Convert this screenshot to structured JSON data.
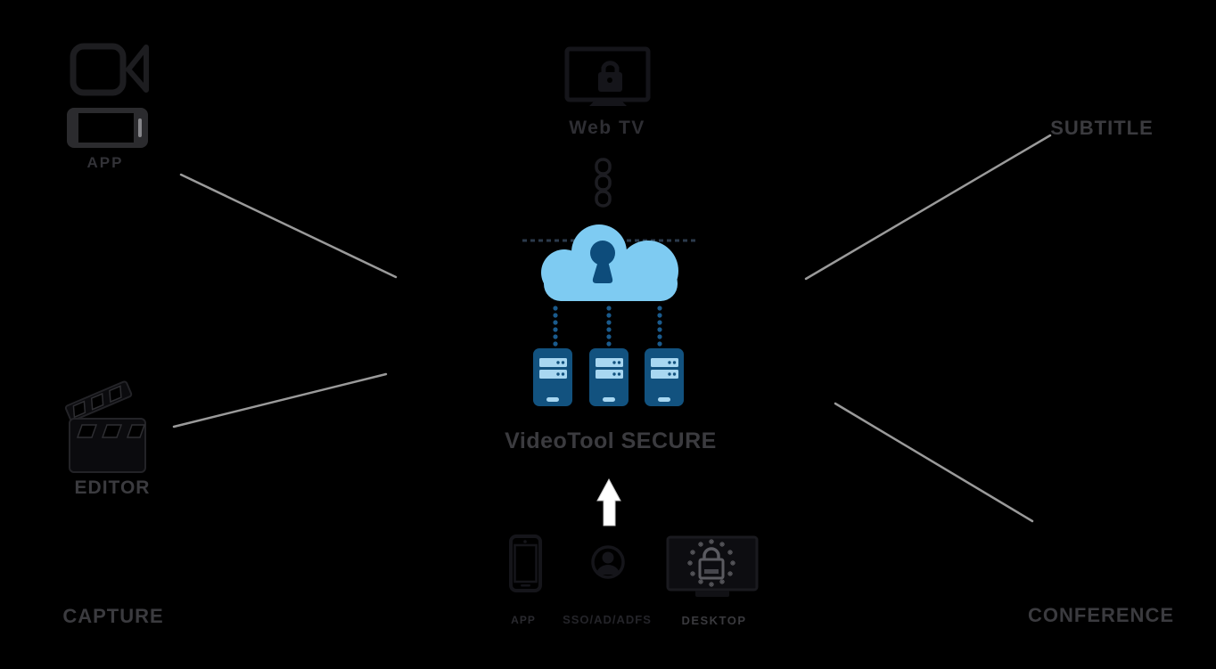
{
  "diagram": {
    "title": "VideoTool SECURE",
    "nodes": {
      "web_tv": "Web TV",
      "app_top": "APP",
      "editor": "EDITOR",
      "capture": "CAPTURE",
      "subtitle": "SUBTITLE",
      "conference": "CONFERENCE",
      "app_bottom": "APP",
      "sso": "SSO/AD/ADFS",
      "desktop": "DESKTOP"
    },
    "icons": {
      "video-camera-icon": "outlined camcorder shape",
      "smartphone-landscape-icon": "dark landscape phone",
      "clapperboard-icon": "film clapper board",
      "webtv-monitor-lock-icon": "monitor with padlock",
      "chain-link-icon": "three vertical chain links",
      "cloud-keyhole-icon": "cloud with keyhole",
      "server-tower-icon": "blue server tower x3",
      "up-arrow-icon": "solid white arrow pointing up",
      "smartphone-portrait-icon": "dark portrait phone",
      "sso-user-icon": "person in circle",
      "gdpr-desktop-icon": "monitor with GDPR padlock and stars"
    },
    "colors": {
      "background": "#000000",
      "cloud": "#7ECBF2",
      "keyhole": "#0D4C7B",
      "server": "#12527F",
      "server_bar": "#A8D7F1",
      "dots": "#1A5A8C",
      "connector_line": "#9A9A9A",
      "label_text": "#3B3B3F",
      "arrow": "#FFFFFF"
    }
  }
}
